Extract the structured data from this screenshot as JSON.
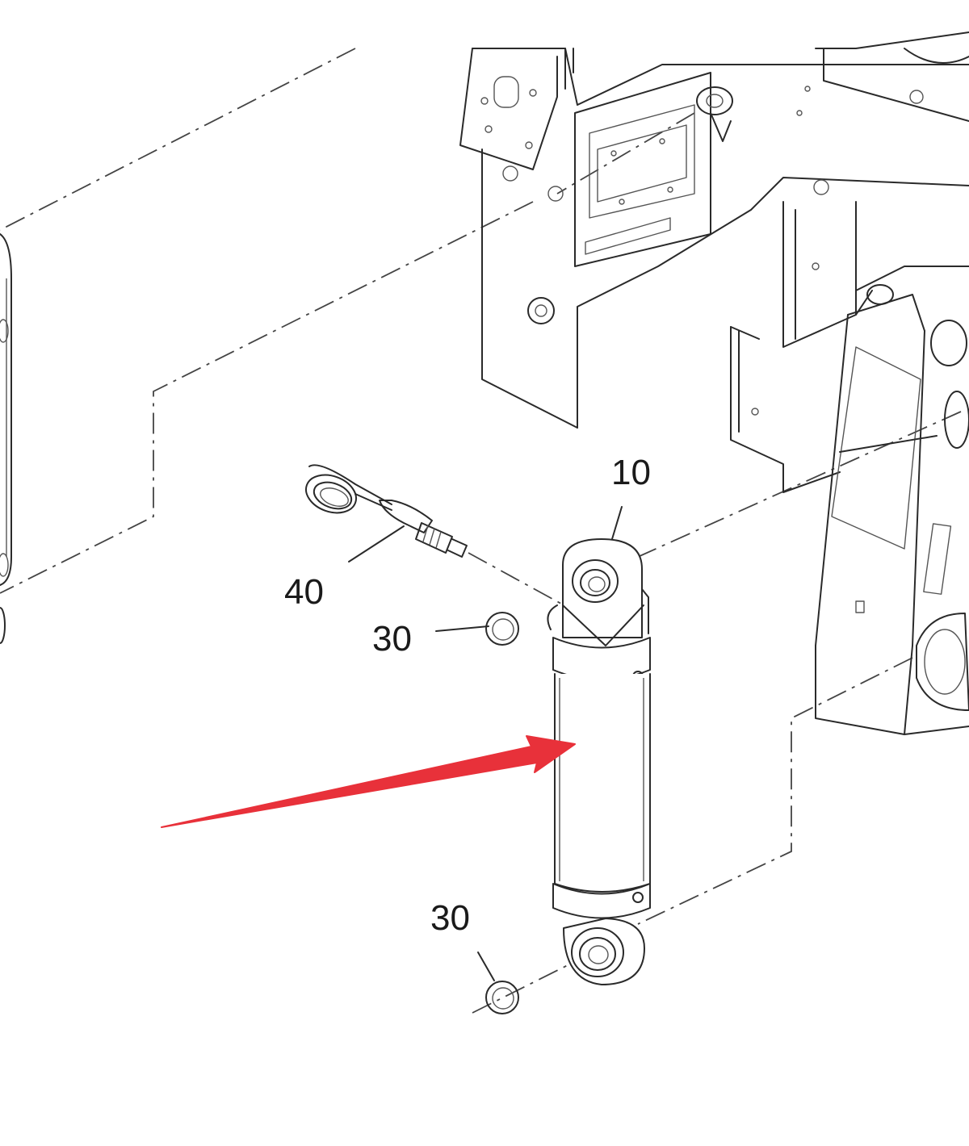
{
  "callouts": [
    {
      "id": "part-10",
      "label": "10"
    },
    {
      "id": "part-40",
      "label": "40"
    },
    {
      "id": "part-30-upper",
      "label": "30"
    },
    {
      "id": "part-30-lower",
      "label": "30"
    }
  ],
  "colors": {
    "line": "#2a2a2a",
    "arrow": "#e8313a",
    "background": "#ffffff"
  },
  "icons": [
    "red-pointer-arrow-icon"
  ]
}
